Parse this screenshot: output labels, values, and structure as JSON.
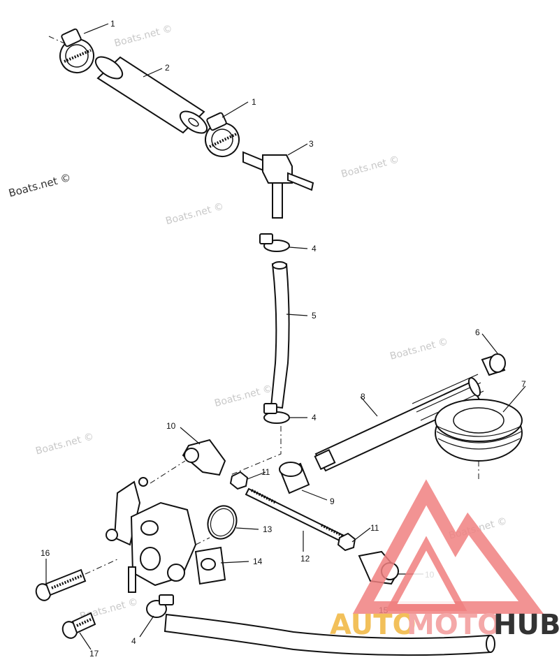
{
  "watermark": {
    "text": "Boats.net ©"
  },
  "callouts": {
    "c1a": "1",
    "c2": "2",
    "c1b": "1",
    "c3": "3",
    "c4a": "4",
    "c5": "5",
    "c6": "6",
    "c7": "7",
    "c8": "8",
    "c4b": "4",
    "c10a": "10",
    "c11a": "11",
    "c9": "9",
    "c13": "13",
    "c11b": "11",
    "c12": "12",
    "c14": "14",
    "c16": "16",
    "c10b": "10",
    "c15": "15",
    "c4c": "4",
    "c17": "17"
  },
  "logo": {
    "part1": "AUTO",
    "part2": "MOTO",
    "part3": "HUB",
    "colors": {
      "triangle": "#f08080",
      "auto": "#f2c05a",
      "moto": "#f4a8a8",
      "hub": "#333333"
    }
  }
}
